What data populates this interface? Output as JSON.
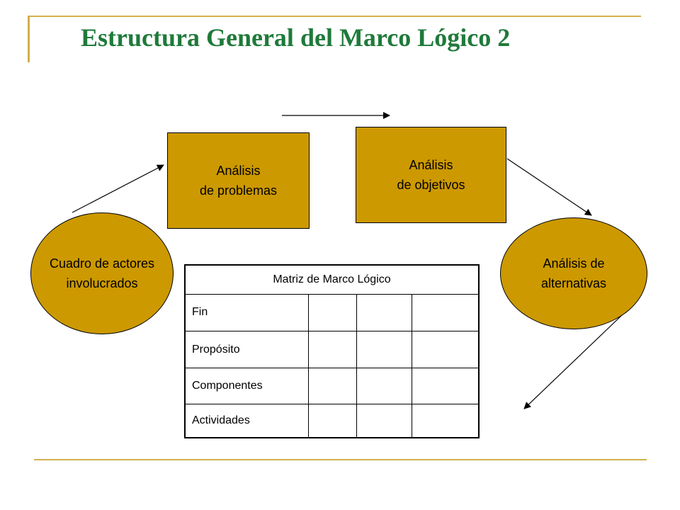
{
  "title": "Estructura General del Marco Lógico 2",
  "nodes": {
    "analisis_problemas": "Análisis\nde problemas",
    "analisis_objetivos": "Análisis\nde objetivos",
    "cuadro_actores": "Cuadro de actores\ninvolucrados",
    "analisis_alternativas": "Análisis de\nalternativas"
  },
  "matrix": {
    "header": "Matriz de Marco Lógico",
    "rows": [
      "Fin",
      "Propósito",
      "Componentes",
      "Actividades"
    ]
  },
  "colors": {
    "title": "#1f7a3a",
    "node_fill": "#cc9900",
    "decorative_line": "#d2b04c"
  }
}
